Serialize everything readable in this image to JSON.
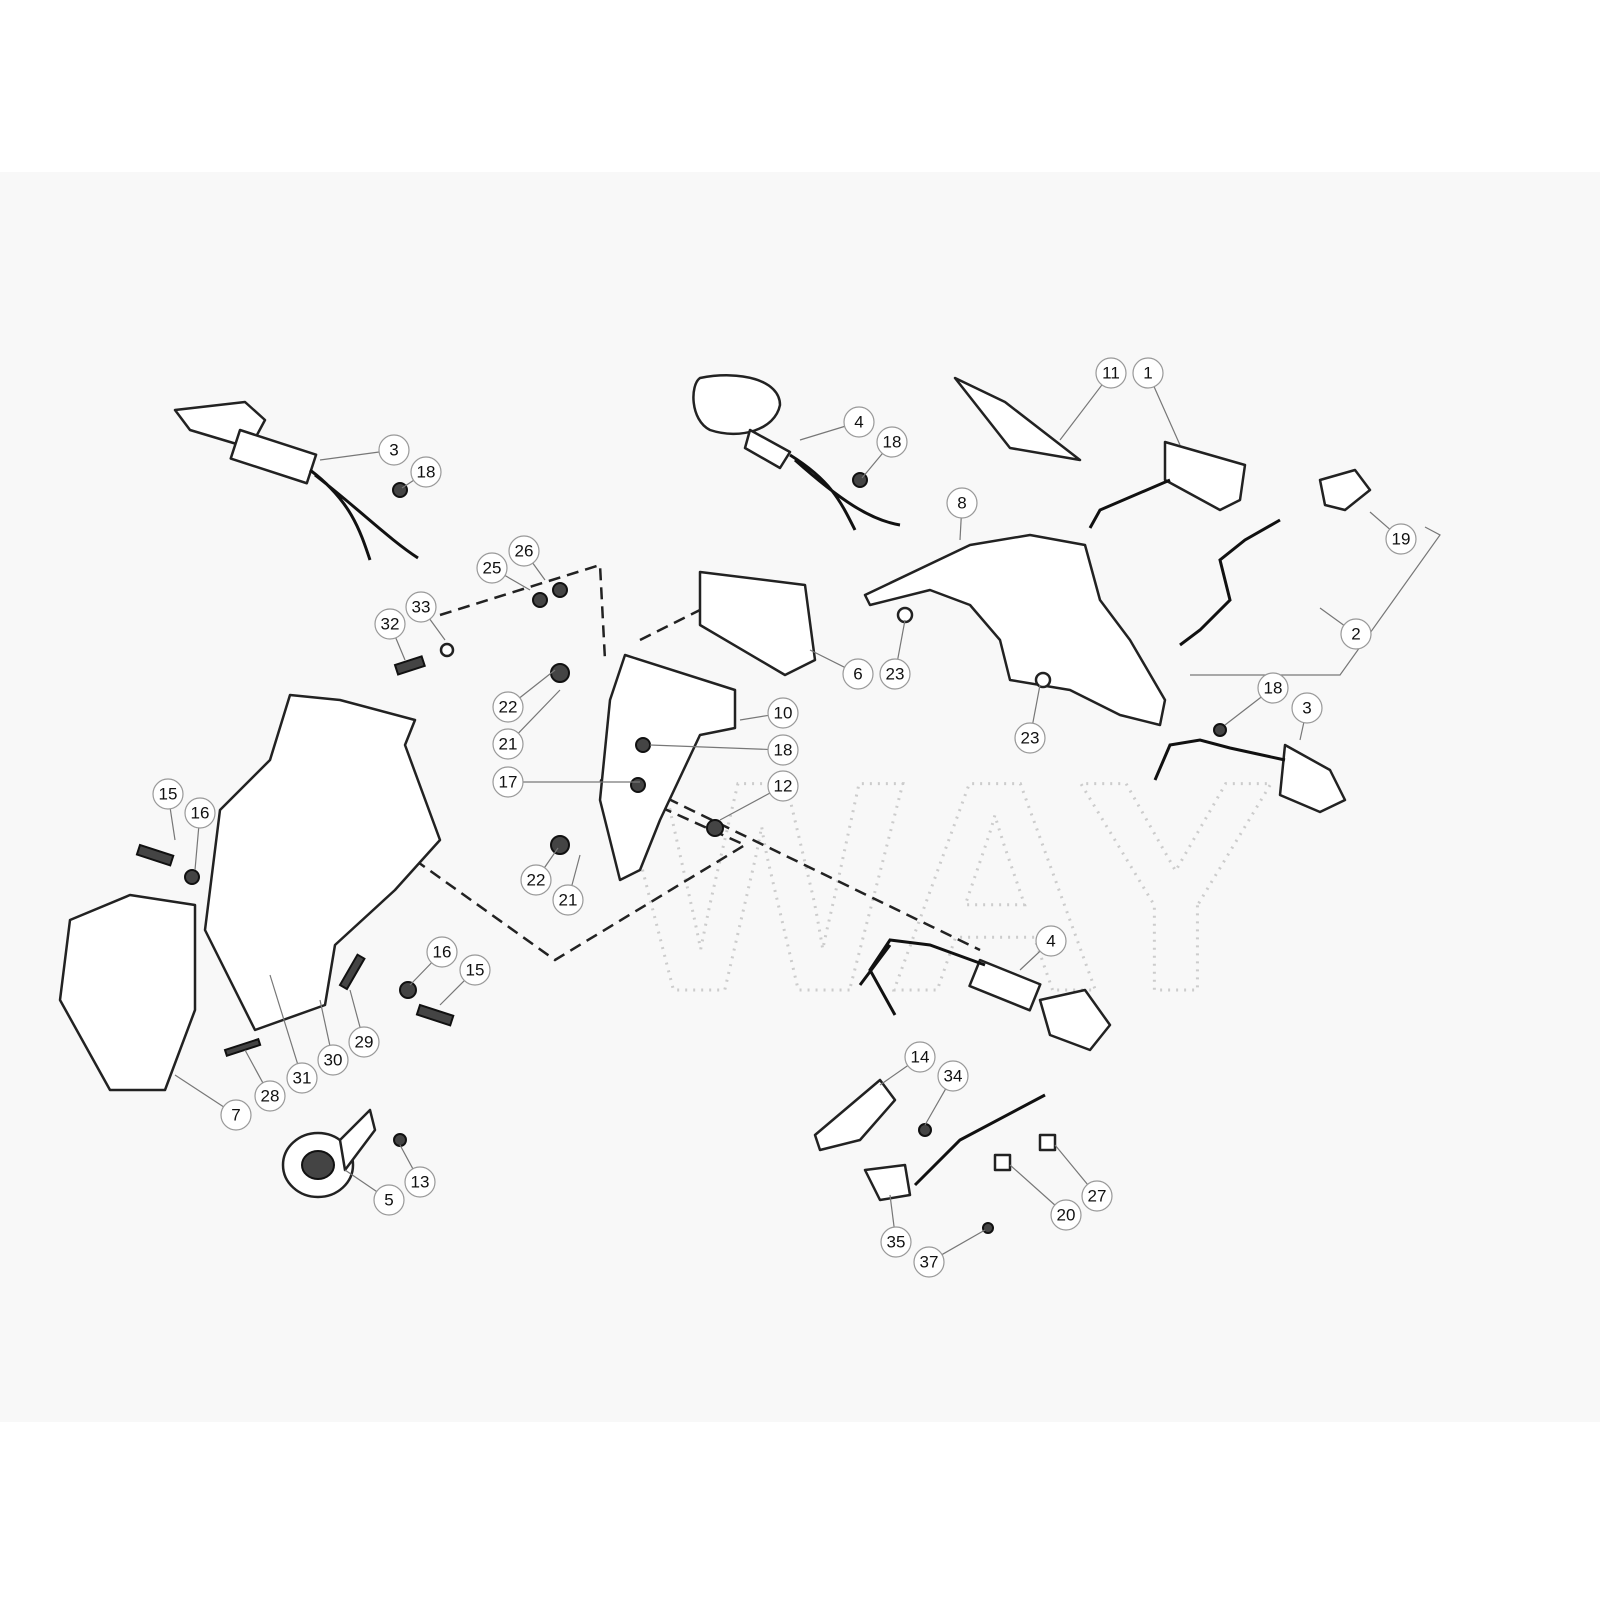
{
  "diagram": {
    "type": "exploded parts diagram",
    "watermark": "WAY",
    "callouts": [
      "11",
      "1",
      "4",
      "18",
      "3",
      "18",
      "8",
      "19",
      "26",
      "25",
      "33",
      "32",
      "2",
      "6",
      "23",
      "18",
      "3",
      "22",
      "10",
      "21",
      "23",
      "18",
      "17",
      "12",
      "15",
      "16",
      "22",
      "21",
      "4",
      "16",
      "15",
      "29",
      "30",
      "31",
      "28",
      "7",
      "14",
      "34",
      "13",
      "5",
      "27",
      "20",
      "35",
      "37"
    ]
  }
}
